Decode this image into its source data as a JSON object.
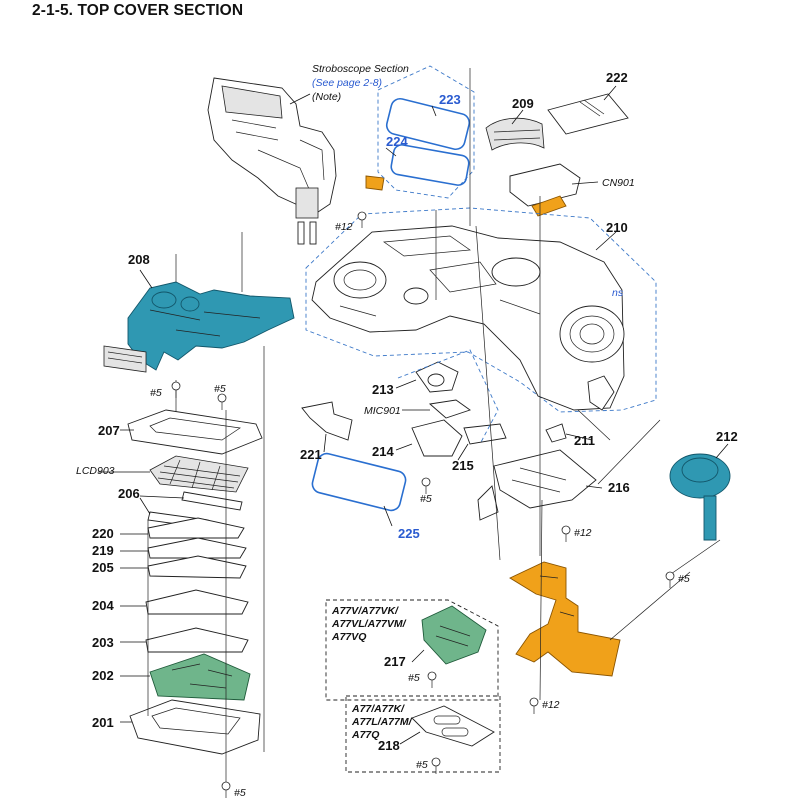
{
  "heading": "2-1-5. TOP COVER SECTION",
  "stroboscope": {
    "title": "Stroboscope Section",
    "see_page": "(See page 2-8)",
    "note": "(Note)"
  },
  "colors": {
    "cyan_part": "#2f98b2",
    "green_board": "#6fb58b",
    "orange_flex": "#f0a11a",
    "blue_label": "#2a5bd0",
    "dashed_group": "#3c78c8"
  },
  "part_numbers": {
    "p201": "201",
    "p202": "202",
    "p203": "203",
    "p204": "204",
    "p205": "205",
    "p206": "206",
    "p207": "207",
    "p208": "208",
    "p209": "209",
    "p210": "210",
    "p211": "211",
    "p212": "212",
    "p213": "213",
    "p214": "214",
    "p215": "215",
    "p216": "216",
    "p217": "217",
    "p218": "218",
    "p219": "219",
    "p220": "220",
    "p221": "221",
    "p222": "222",
    "p223": "223",
    "p224": "224",
    "p225": "225"
  },
  "screws": {
    "s5": "#5",
    "s12": "#12"
  },
  "component_labels": {
    "cn901": "CN901",
    "lcd903": "LCD903",
    "mic901": "MIC901",
    "ns": "ns"
  },
  "models": {
    "group_217": [
      "A77V/A77VK/",
      "A77VL/A77VM/",
      "A77VQ"
    ],
    "group_218": [
      "A77/A77K/",
      "A77L/A77M/",
      "A77Q"
    ]
  }
}
